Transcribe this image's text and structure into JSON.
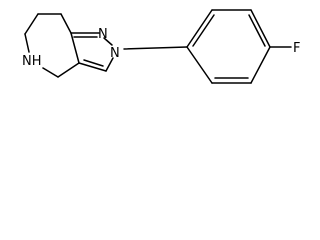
{
  "structure": {
    "atoms": {
      "n_top": "N",
      "n_pyrazole": "N",
      "nh": "NH",
      "f": "F"
    }
  },
  "colors": {
    "bond": "#000000",
    "background": "#ffffff"
  }
}
